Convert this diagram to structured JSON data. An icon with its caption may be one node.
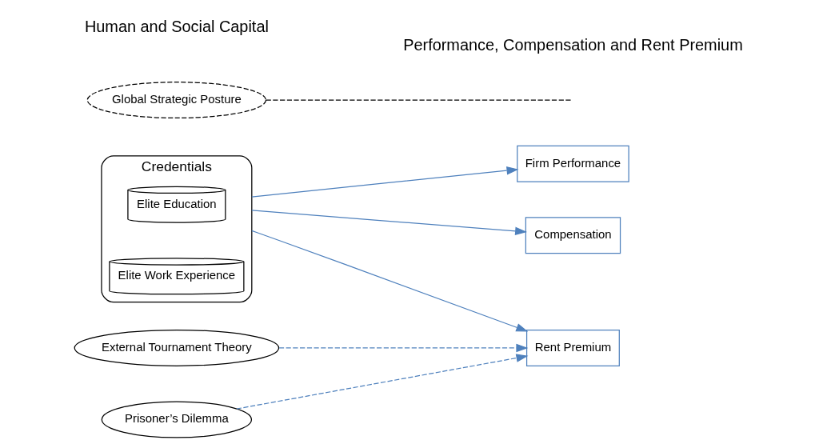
{
  "diagram": {
    "nodes": [
      {
        "text": [
          "Credentials"
        ]
      },
      {
        "text": [
          "Elite Education"
        ],
        "in": 0
      },
      {
        "text": [
          "Elite Work Experience"
        ],
        "in": 0
      },
      {
        "text": [
          "Firm Performance"
        ]
      },
      {
        "text": [
          "Compensation"
        ]
      },
      {
        "text": [
          "Rent Premium"
        ]
      },
      {
        "text": [
          "External Tournament Theory"
        ]
      },
      {
        "text": [
          "Prisoner’s Dilemma"
        ]
      },
      {
        "text": [
          "Global Strategic Posture"
        ]
      }
    ],
    "edges": [
      {
        "from": 0,
        "to": 3,
        "arrow": "to"
      },
      {
        "from": 0,
        "to": 4,
        "arrow": "to"
      },
      {
        "from": 0,
        "to": 5,
        "arrow": "to"
      },
      {
        "from": 6,
        "to": 5,
        "arrow": "to",
        "style": "dashed"
      },
      {
        "from": 7,
        "to": 5,
        "arrow": "to",
        "style": "dashed"
      },
      {
        "from": 8,
        "to": null,
        "arrow": "none",
        "style": "dashed",
        "color": "#000000"
      }
    ],
    "labels": [
      "Human and Social Capital",
      "Performance, Compensation and Rent Premium"
    ]
  }
}
